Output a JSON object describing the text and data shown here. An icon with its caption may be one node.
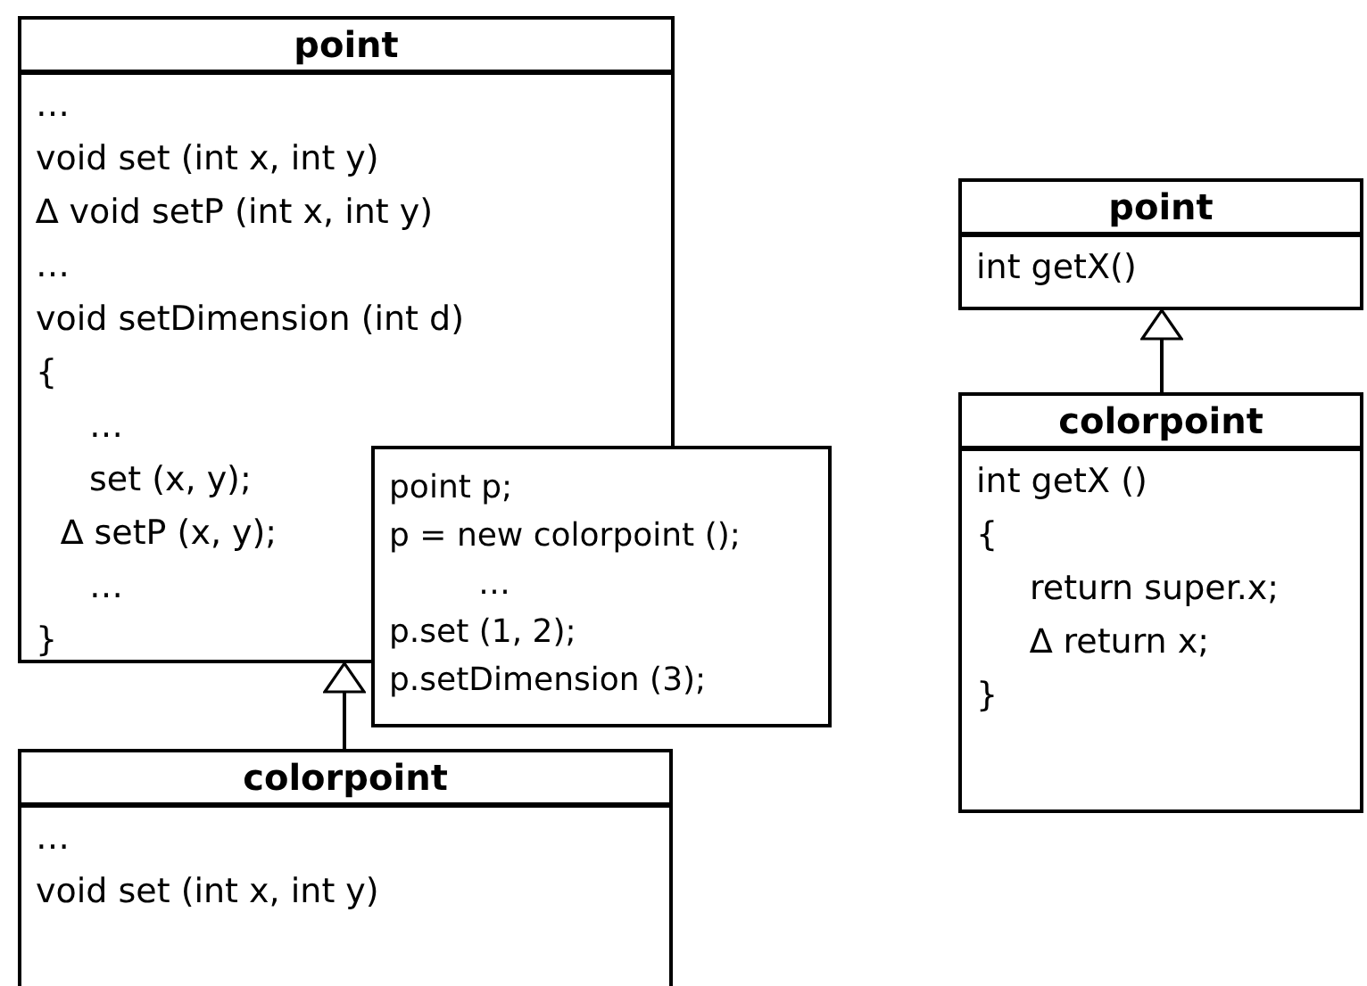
{
  "diagram": {
    "nodes": [
      {
        "text": [
          "point",
          "…",
          "void set (int x, int y)",
          "∆ void setP (int x, int y)",
          "…",
          "void setDimension (int d)",
          "{",
          "…",
          "set (x, y);",
          "∆ setP (x, y);",
          "…",
          "}"
        ]
      },
      {
        "text": [
          "point p;",
          "p = new colorpoint ();",
          "…",
          "p.set (1, 2);",
          "p.setDimension (3);"
        ]
      },
      {
        "text": [
          "colorpoint",
          "…",
          "void set (int x, int y)"
        ]
      },
      {
        "text": [
          "point",
          "int getX()"
        ]
      },
      {
        "text": [
          "colorpoint",
          "int getX ()",
          "{",
          "return super.x;",
          "∆ return x;",
          "}"
        ]
      }
    ],
    "edges": [
      {
        "from": 2,
        "to": 0,
        "arrow": "to"
      },
      {
        "from": 4,
        "to": 3,
        "arrow": "to"
      }
    ]
  }
}
